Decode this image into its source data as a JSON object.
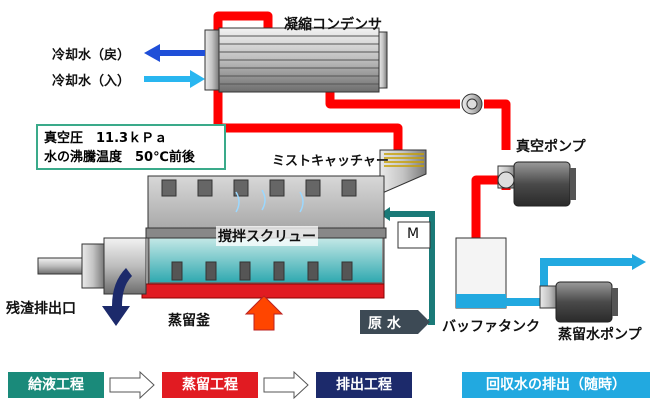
{
  "labels": {
    "condenser": "凝縮コンデンサ",
    "cooling_return": "冷却水（戻）",
    "cooling_in": "冷却水（入）",
    "vacuum_pump": "真空ポンプ",
    "mist_catcher": "ミストキャッチャー",
    "screw": "撹拌スクリュー",
    "motor": "M",
    "still": "蒸留釜",
    "residue_outlet": "残渣排出口",
    "raw_water": "原 水",
    "buffer_tank": "バッファタンク",
    "distillate_pump": "蒸留水ポンプ"
  },
  "info": {
    "line1": "真空圧　11.3ｋＰａ",
    "line2": "水の沸騰温度　50℃前後"
  },
  "stages": [
    {
      "label": "給液工程",
      "color": "#1a8a7a"
    },
    {
      "label": "蒸留工程",
      "color": "#e11b22"
    },
    {
      "label": "排出工程",
      "color": "#1c2a6b"
    },
    {
      "label": "回収水の排出（随時）",
      "color": "#22a9e0"
    }
  ],
  "colors": {
    "vapor_line": "#ff0000",
    "cooling_return": "#1f4fd8",
    "cooling_in": "#29b6f0",
    "raw_water_line": "#1a7a78",
    "distillate": "#22a9e0",
    "heater": "#e11b22",
    "heat_arrow": "#ff4500",
    "residue_arrow": "#1c2a6b"
  }
}
